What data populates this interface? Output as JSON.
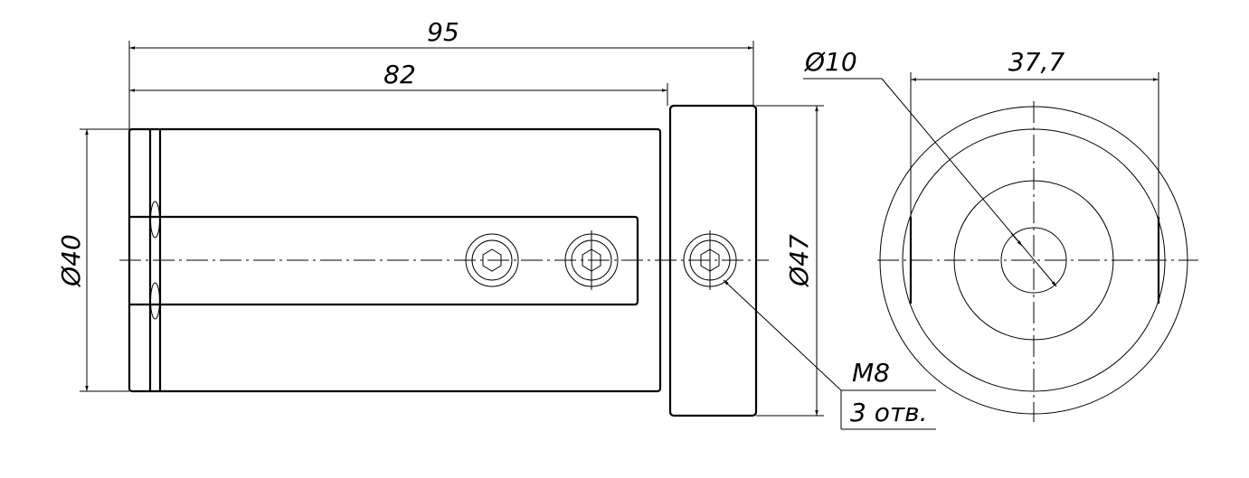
{
  "title": "Bushing drawing",
  "dimensions": {
    "overall_length": "95",
    "body_length": "82",
    "body_diameter": "Ø40",
    "flange_diameter": "Ø47",
    "bore_diameter": "Ø10",
    "flat_width": "37,7"
  },
  "callout": {
    "thread": "M8",
    "holes": "3 отв."
  }
}
